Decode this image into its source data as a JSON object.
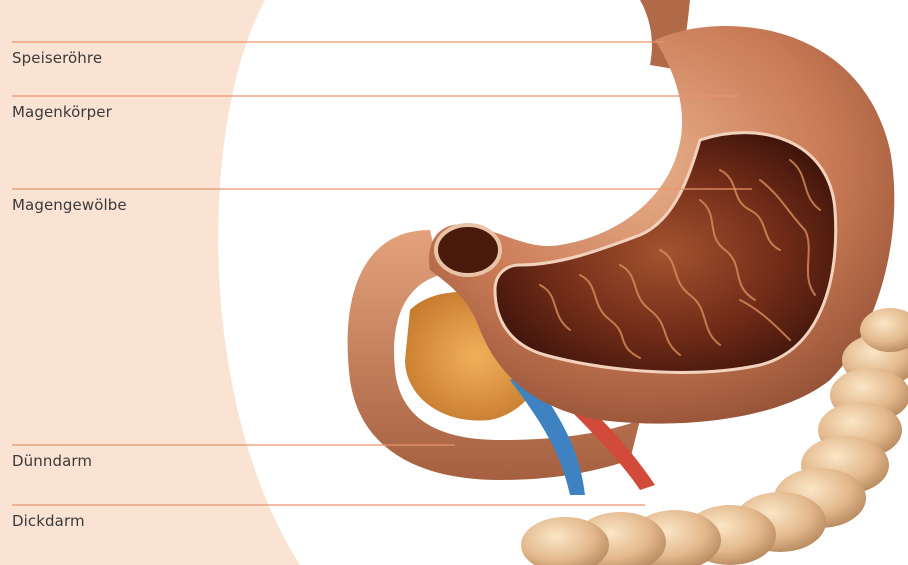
{
  "labels": {
    "esophagus": "Speiseröhre",
    "stomach_body": "Magenkörper",
    "stomach_vault": "Magengewölbe",
    "small_intestine": "Dünndarm",
    "large_intestine": "Dickdarm"
  },
  "colors": {
    "side_panel": "#fbe3d4",
    "leader_line": "#e8956a",
    "label_text": "#3a3a3a"
  }
}
